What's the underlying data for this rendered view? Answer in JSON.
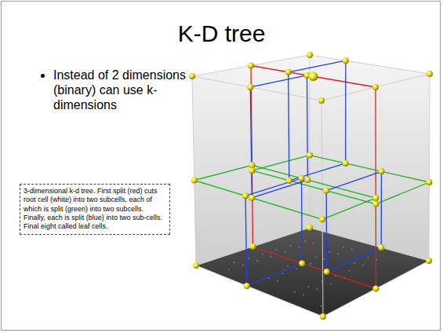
{
  "diagram": {
    "title": "K-D tree",
    "nodes": [
      {
        "text": [
          "3-dimensional k-d tree. First split (red) cuts root cell (white) into two subcells, each of which is split (green) into two subcells. Finally, each is split (blue) into two sub-cells. Final eight called leaf cells."
        ]
      }
    ],
    "labels": [
      "Instead of 2 dimensions (binary) can use k-dimensions"
    ]
  }
}
